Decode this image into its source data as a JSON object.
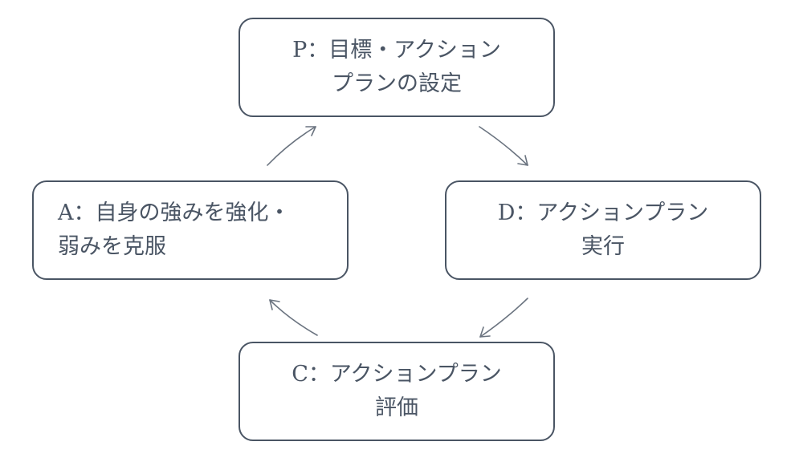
{
  "boxes": {
    "p": {
      "line1": "P：目標・アクション",
      "line2": "プランの設定"
    },
    "d": {
      "line1": "D：アクションプラン",
      "line2": "実行"
    },
    "c": {
      "line1": "C：アクションプラン",
      "line2": "評価"
    },
    "a": {
      "line1": "A：自身の強みを強化・",
      "line2": "弱みを克服"
    }
  },
  "colors": {
    "border": "#4a5564",
    "text": "#4a5564",
    "arrow": "#6b7480"
  }
}
